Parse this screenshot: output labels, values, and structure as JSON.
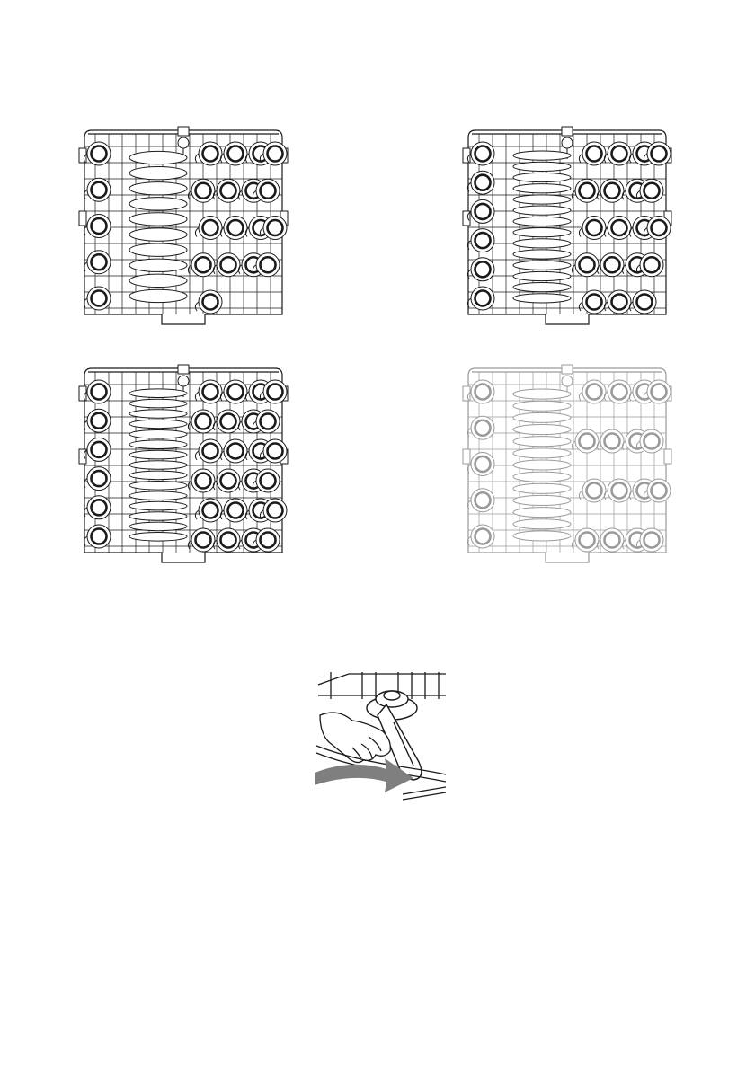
{
  "figures": [
    {
      "id": "rack-a",
      "name": "loading-example-rack-12-place-settings",
      "plates": 10,
      "cups": 22,
      "faded": false
    },
    {
      "id": "rack-b",
      "name": "loading-example-rack-14-place-settings",
      "plates": 14,
      "cups": 25,
      "faded": false
    },
    {
      "id": "rack-c",
      "name": "loading-example-rack-15-place-settings",
      "plates": 15,
      "cups": 30,
      "faded": false
    },
    {
      "id": "rack-d",
      "name": "loading-example-rack-13-place-settings",
      "plates": 13,
      "cups": 21,
      "faded": true
    }
  ],
  "spray_arm_figure": {
    "name": "spray-arm-rotation-check",
    "arrow_color": "#7f7f7f"
  },
  "colors": {
    "line": "#1a1a1a",
    "faded_line": "#9a9a9a"
  }
}
